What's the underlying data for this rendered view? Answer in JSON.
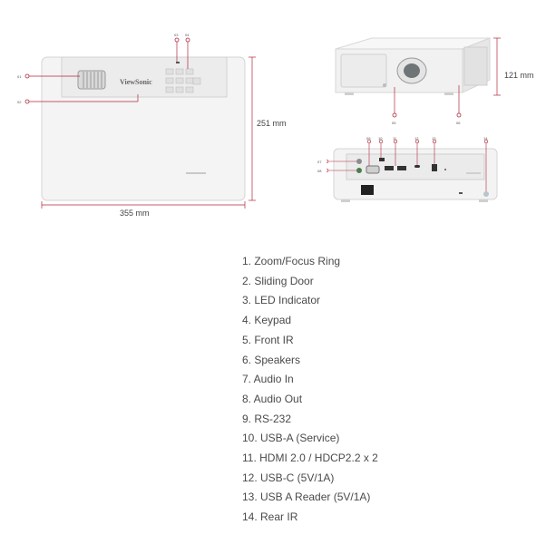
{
  "diagram": {
    "top_view": {
      "brand": "ViewSonic",
      "callouts": [
        "01",
        "02",
        "03",
        "04"
      ],
      "width_label": "355 mm",
      "depth_label": "251 mm"
    },
    "front_view": {
      "callouts": [
        "05",
        "06"
      ],
      "height_label": "121 mm"
    },
    "rear_view": {
      "callouts": [
        "07",
        "08",
        "09",
        "10",
        "11",
        "12",
        "13",
        "14"
      ]
    }
  },
  "features": [
    "1. Zoom/Focus Ring",
    "2. Sliding Door",
    "3. LED Indicator",
    "4. Keypad",
    "5. Front IR",
    "6. Speakers",
    "7. Audio In",
    "8. Audio Out",
    "9. RS-232",
    "10. USB-A (Service)",
    "11. HDMI 2.0 / HDCP2.2 x 2",
    "12. USB-C (5V/1A)",
    "13. USB A Reader (5V/1A)",
    "14. Rear IR"
  ],
  "colors": {
    "accent_red": "#b0283a",
    "body": "#f3f3f3",
    "outline": "#d6d6d6"
  }
}
